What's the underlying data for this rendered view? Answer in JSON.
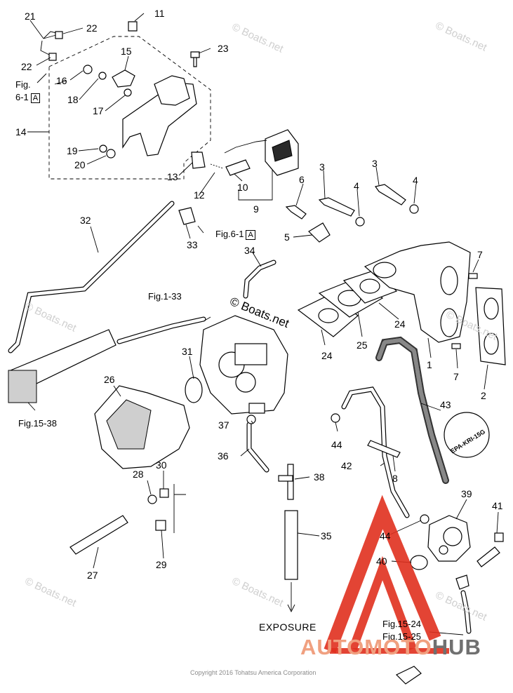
{
  "callouts": [
    {
      "id": "c21",
      "text": "21"
    },
    {
      "id": "c22a",
      "text": "22"
    },
    {
      "id": "c22b",
      "text": "22"
    },
    {
      "id": "c11",
      "text": "11"
    },
    {
      "id": "c23",
      "text": "23"
    },
    {
      "id": "c15",
      "text": "15"
    },
    {
      "id": "c16",
      "text": "16"
    },
    {
      "id": "c18",
      "text": "18"
    },
    {
      "id": "c17",
      "text": "17"
    },
    {
      "id": "c14",
      "text": "14"
    },
    {
      "id": "c19",
      "text": "19"
    },
    {
      "id": "c20",
      "text": "20"
    },
    {
      "id": "c13",
      "text": "13"
    },
    {
      "id": "c12",
      "text": "12"
    },
    {
      "id": "c10",
      "text": "10"
    },
    {
      "id": "c9",
      "text": "9"
    },
    {
      "id": "c3a",
      "text": "3"
    },
    {
      "id": "c3b",
      "text": "3"
    },
    {
      "id": "c4a",
      "text": "4"
    },
    {
      "id": "c4b",
      "text": "4"
    },
    {
      "id": "c6",
      "text": "6"
    },
    {
      "id": "c5",
      "text": "5"
    },
    {
      "id": "c7a",
      "text": "7"
    },
    {
      "id": "c7b",
      "text": "7"
    },
    {
      "id": "c32",
      "text": "32"
    },
    {
      "id": "c33",
      "text": "33"
    },
    {
      "id": "c34",
      "text": "34"
    },
    {
      "id": "c24a",
      "text": "24"
    },
    {
      "id": "c24b",
      "text": "24"
    },
    {
      "id": "c25",
      "text": "25"
    },
    {
      "id": "c1",
      "text": "1"
    },
    {
      "id": "c2",
      "text": "2"
    },
    {
      "id": "c31",
      "text": "31"
    },
    {
      "id": "c26",
      "text": "26"
    },
    {
      "id": "c43",
      "text": "43"
    },
    {
      "id": "c44a",
      "text": "44"
    },
    {
      "id": "c44b",
      "text": "44"
    },
    {
      "id": "c37",
      "text": "37"
    },
    {
      "id": "c36",
      "text": "36"
    },
    {
      "id": "c42",
      "text": "42"
    },
    {
      "id": "c8",
      "text": "8"
    },
    {
      "id": "c28",
      "text": "28"
    },
    {
      "id": "c30",
      "text": "30"
    },
    {
      "id": "c38",
      "text": "38"
    },
    {
      "id": "c39",
      "text": "39"
    },
    {
      "id": "c41",
      "text": "41"
    },
    {
      "id": "c27",
      "text": "27"
    },
    {
      "id": "c29",
      "text": "29"
    },
    {
      "id": "c35",
      "text": "35"
    },
    {
      "id": "c40",
      "text": "40"
    }
  ],
  "references": {
    "fig_6_1_top": {
      "line1": "Fig.",
      "line2": "6-1",
      "box": "A"
    },
    "fig_6_1_mid": {
      "text": "Fig.6-1",
      "box": "A"
    },
    "fig_1_33": "Fig.1-33",
    "fig_15_38": "Fig.15-38",
    "fig_15_24": "Fig.15-24",
    "fig_15_25": "Fig.15-25"
  },
  "labels": {
    "exposure": "EXPOSURE",
    "epa_tag": "EPA-KRI-15G",
    "copyright": "Copyright 2016 Tohatsu America Corporation"
  },
  "watermarks": {
    "main": "© Boats.net",
    "faint": "© Boats.net"
  },
  "brand": {
    "part1": "AUTOMOTO",
    "part2": "HUB"
  },
  "colors": {
    "brand_triangle": "#e0301e",
    "brand_text_light": "#f0a080",
    "brand_text_dark": "#707070",
    "watermark": "#cfcfcf"
  }
}
